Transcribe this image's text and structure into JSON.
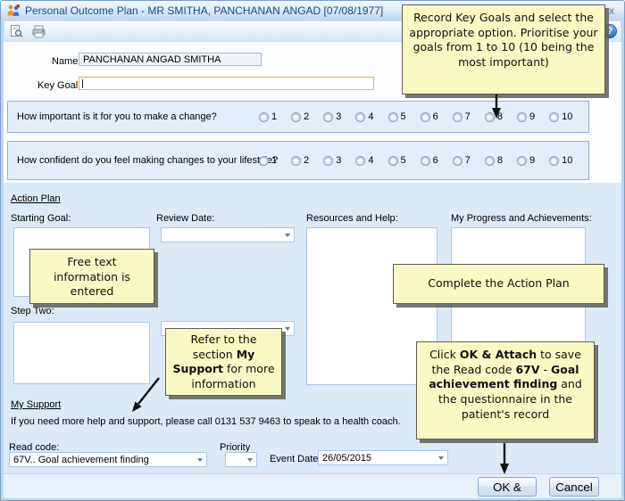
{
  "window": {
    "title": "Personal Outcome Plan - MR SMITHA, PANCHANAN ANGAD [07/08/1977]",
    "close_glyph": "x",
    "help_glyph": "?"
  },
  "form": {
    "name_label": "Name",
    "name_value": "PANCHANAN ANGAD SMITHA",
    "key_goal_label": "Key Goal",
    "key_goal_value": "",
    "questions": [
      {
        "label": "How important is it for you to make a change?",
        "options": [
          "1",
          "2",
          "3",
          "4",
          "5",
          "6",
          "7",
          "8",
          "9",
          "10"
        ],
        "selected": null
      },
      {
        "label": "How confident do you feel making changes to your lifestyle?",
        "options": [
          "1",
          "2",
          "3",
          "4",
          "5",
          "6",
          "7",
          "8",
          "9",
          "10"
        ],
        "selected": null
      }
    ],
    "action_plan": {
      "title": "Action Plan",
      "starting_goal_label": "Starting Goal:",
      "review_date_label": "Review Date:",
      "resources_label": "Resources and Help:",
      "progress_label": "My Progress and Achievements:",
      "step_two_label": "Step Two:",
      "starting_goal_value": "",
      "review_date_value": "",
      "step_two_value": "",
      "review_date2_value": "",
      "resources_value": "",
      "progress_value": ""
    },
    "my_support": {
      "title": "My Support",
      "text": "If you need more help and support, please call 0131 537 9463 to speak to a health coach."
    },
    "read_code": {
      "label": "Read code:",
      "value": "67V.. Goal achievement finding"
    },
    "priority": {
      "label": "Priority",
      "value": ""
    },
    "event_date": {
      "label": "Event Date",
      "value": "26/05/2015"
    }
  },
  "buttons": {
    "ok_attach": "OK & Attach",
    "cancel": "Cancel"
  },
  "notes": {
    "record_goals": "Record Key Goals and select the appropriate option. Prioritise your goals from 1 to 10 (10 being the most important)",
    "free_text": "Free text information is entered",
    "complete_plan": "Complete the Action Plan",
    "refer": {
      "pre": "Refer to the section ",
      "bold": "My Support",
      "post": " for more information"
    },
    "ok_attach": {
      "s1": "Click ",
      "b1": "OK & Attach",
      "s2": " to save the Read code ",
      "b2": "67V",
      "s3": " - ",
      "b3": "Goal achievement finding",
      "s4": " and the questionnaire in the patient's record"
    }
  },
  "colors": {
    "note_bg": "#fbf9c3",
    "panel_bg": "#e4eefa",
    "panel_border": "#8cb0dd",
    "chrome_blue": "#bdd5f1",
    "focus_border": "#f0b055",
    "accent_blue": "#2f6bbf"
  }
}
